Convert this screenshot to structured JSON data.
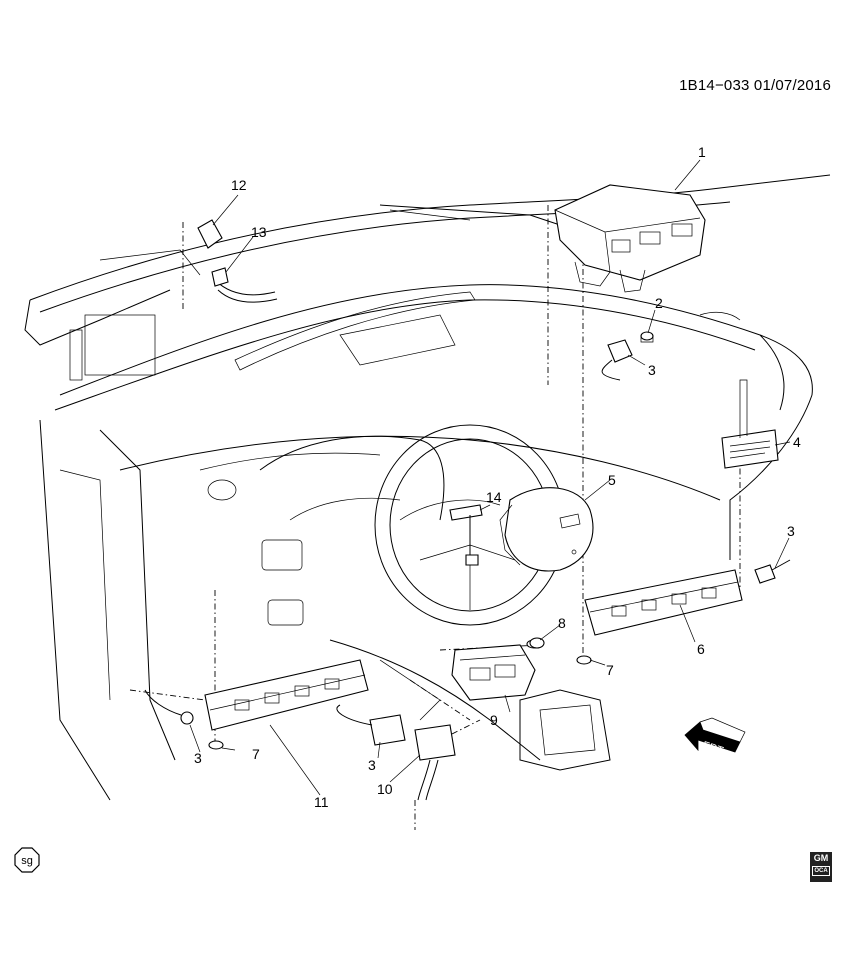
{
  "diagram": {
    "code": "1B14−033  01/07/2016",
    "direction_label": "FRT",
    "sg_badge": "sg",
    "gm_badge": {
      "top": "GM",
      "bottom": "OCA"
    },
    "callouts": [
      "1",
      "2",
      "3",
      "3",
      "3",
      "3",
      "4",
      "5",
      "6",
      "7",
      "7",
      "7",
      "8",
      "9",
      "10",
      "11",
      "12",
      "13",
      "14"
    ]
  }
}
